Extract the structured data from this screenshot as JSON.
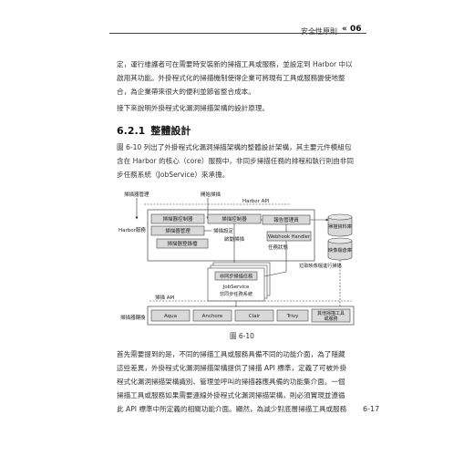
{
  "header": {
    "running_head": "安全性原則",
    "chapter_mark": "« 06"
  },
  "intro": [
    "定，運行維護者可在需要時安裝新的掃描工具或服務，並設定到 Harbor 中以",
    "啟用其功能。外掛程式化的掃描機制使得企業可將現有工具或服務變使地整",
    "合，為企業帶來很大的便利並節省整合成本。"
  ],
  "lead_in": "接下來說明外掛程式化漏洞掃描架構的設計原理。",
  "section": {
    "number": "6.2.1",
    "title": "整體設計"
  },
  "section_body": [
    "圖 6-10 列出了外掛程式化漏洞掃描架構的整體設計架構，其主要元件模組包",
    "含在 Harbor 的核心（core）服務中，非同步掃描任務的排程和執行則由非同",
    "步任務系統（JobService）來承擔。"
  ],
  "diagram": {
    "top_labels": {
      "scanner_mgmt": "掃描器管理",
      "start_scan": "開始掃描",
      "harbor_api": "Harbor API"
    },
    "harbor_service": "Harbor服務",
    "scanner_controller": "掃描器控制器",
    "scan_controller": "掃描控制器",
    "report_manager": "報告管理員",
    "scanner_manager": "掃描器管理",
    "scan_settings": "掃描設定",
    "launch_scan": "啟動掃描",
    "scanner_registry": "掃描器登錄檔",
    "webhook_handler": "Webhook Handler",
    "task_status": "任務狀態",
    "scan_db": "掃描資料庫",
    "image_repo": "映像檔倉庫",
    "async_scan_task": "非同步掃描任務",
    "jobservice": "JobService",
    "jobservice_sub": "非同步任務系統",
    "pull_image": "拉取映像檔進行掃描",
    "scan_api": "掃描 API",
    "scanner_adapter": "掃描器轉換",
    "scanners": [
      "Aqua",
      "Anchore",
      "Clair",
      "Trivy"
    ],
    "other_scanner": [
      "其他掃描工具",
      "或服務"
    ]
  },
  "figure_caption": "圖 6-10",
  "closing": [
    "首先需要提到的是，不同的掃描工具或服務具備不同的功能介面，為了隱藏",
    "這些差異，外掛程式化漏洞掃描架構提供了掃描 API 標準，定義了可被外掛",
    "程式化漏洞掃描架構識別、管理並呼叫的掃描器應具備的功能集介面。一個",
    "掃描工具或服務如果需要連線外掛程式化漏洞掃描架構，則必須實現並遵循",
    "此 API 標準中所定義的相關功能介面。顯然，為減少對底層掃描工具或服務"
  ],
  "page_number": "6-17"
}
